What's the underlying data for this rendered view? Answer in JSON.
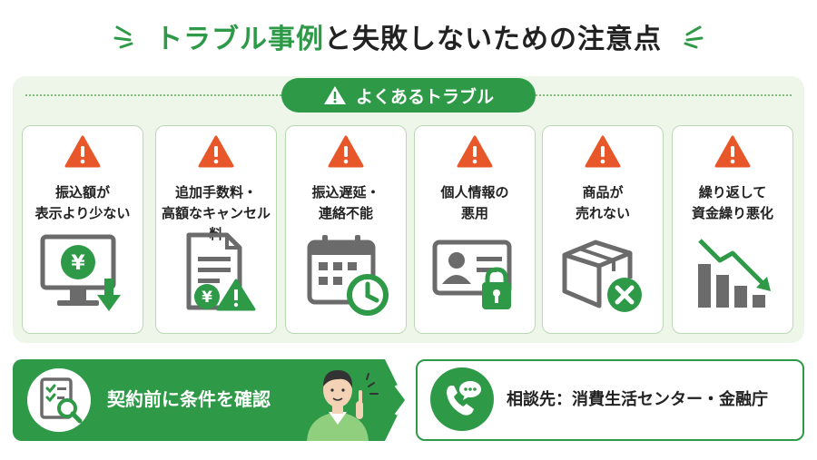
{
  "title": {
    "green": "トラブル事例",
    "dark": "と失敗しないための注意点"
  },
  "badge": {
    "label": "よくあるトラブル"
  },
  "cards": [
    {
      "line1": "振込額が",
      "line2": "表示より少ない",
      "icon": "monitor-yen-icon"
    },
    {
      "line1": "追加手数料・",
      "line2": "高額なキャンセル料",
      "icon": "document-yen-warning-icon"
    },
    {
      "line1": "振込遅延・",
      "line2": "連絡不能",
      "icon": "calendar-clock-icon"
    },
    {
      "line1": "個人情報の",
      "line2": "悪用",
      "icon": "id-card-lock-icon"
    },
    {
      "line1": "商品が",
      "line2": "売れない",
      "icon": "box-cross-icon"
    },
    {
      "line1": "繰り返して",
      "line2": "資金繰り悪化",
      "icon": "declining-bar-chart-icon"
    }
  ],
  "check": {
    "label": "契約前に条件を確認"
  },
  "consult": {
    "label": "相談先：消費生活センター・金融庁"
  },
  "colors": {
    "accent": "#2e9a48",
    "warning": "#e8572a",
    "panel": "#eef6ea",
    "gray": "#6b6b6b"
  }
}
